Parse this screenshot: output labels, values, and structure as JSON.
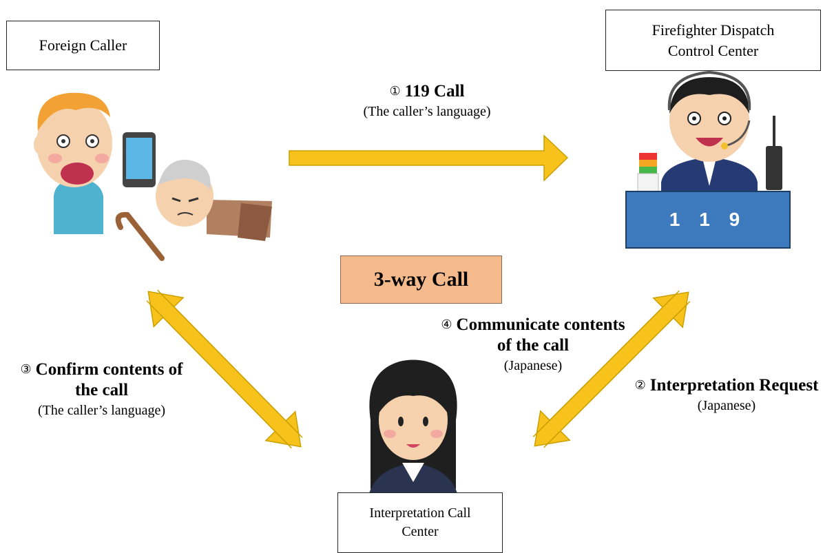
{
  "nodes": {
    "foreign_caller": {
      "label": "Foreign Caller"
    },
    "dispatch_center": {
      "label_line1": "Firefighter Dispatch",
      "label_line2": "Control Center"
    },
    "interpretation_center": {
      "label_line1": "Interpretation Call",
      "label_line2": "Center"
    }
  },
  "center_label": "3-way Call",
  "desk_number": "1 1 9",
  "steps": {
    "step1": {
      "number": "①",
      "title": "119 Call",
      "sub": "(The caller’s language)"
    },
    "step2": {
      "number": "②",
      "title": "Interpretation Request",
      "sub": "(Japanese)"
    },
    "step3": {
      "number": "③",
      "title_line1": "Confirm contents of",
      "title_line2": "the call",
      "sub": "(The caller’s language)"
    },
    "step4": {
      "number": "④",
      "title_line1": "Communicate contents",
      "title_line2": "of the call",
      "sub": "(Japanese)"
    }
  },
  "colors": {
    "arrow": "#f7c21c",
    "arrow_outline": "#b89000",
    "center_box": "#f4ba8c",
    "desk": "#3c79bd"
  }
}
